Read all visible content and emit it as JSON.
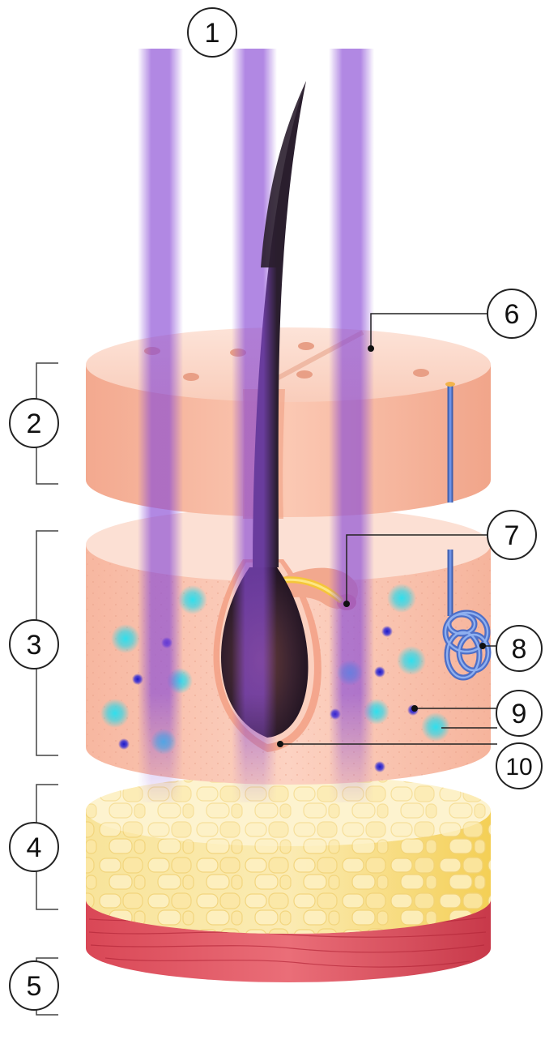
{
  "diagram": {
    "callouts": [
      "1",
      "2",
      "3",
      "4",
      "5",
      "6",
      "7",
      "8",
      "9",
      "10"
    ]
  },
  "colors": {
    "laser_beam": "#8a4cd6",
    "epidermis": "#f7b9a0",
    "dermis": "#f9c2ad",
    "subcutaneous_fat": "#f6dc72",
    "muscle": "#e0505e",
    "hair_shaft": "#2a1e2e",
    "hair_bulb": "#3a2330",
    "sweat_gland": "#5b7fd1",
    "cyan_particle": "#36d6e6",
    "blue_particle": "#1a16c8"
  }
}
